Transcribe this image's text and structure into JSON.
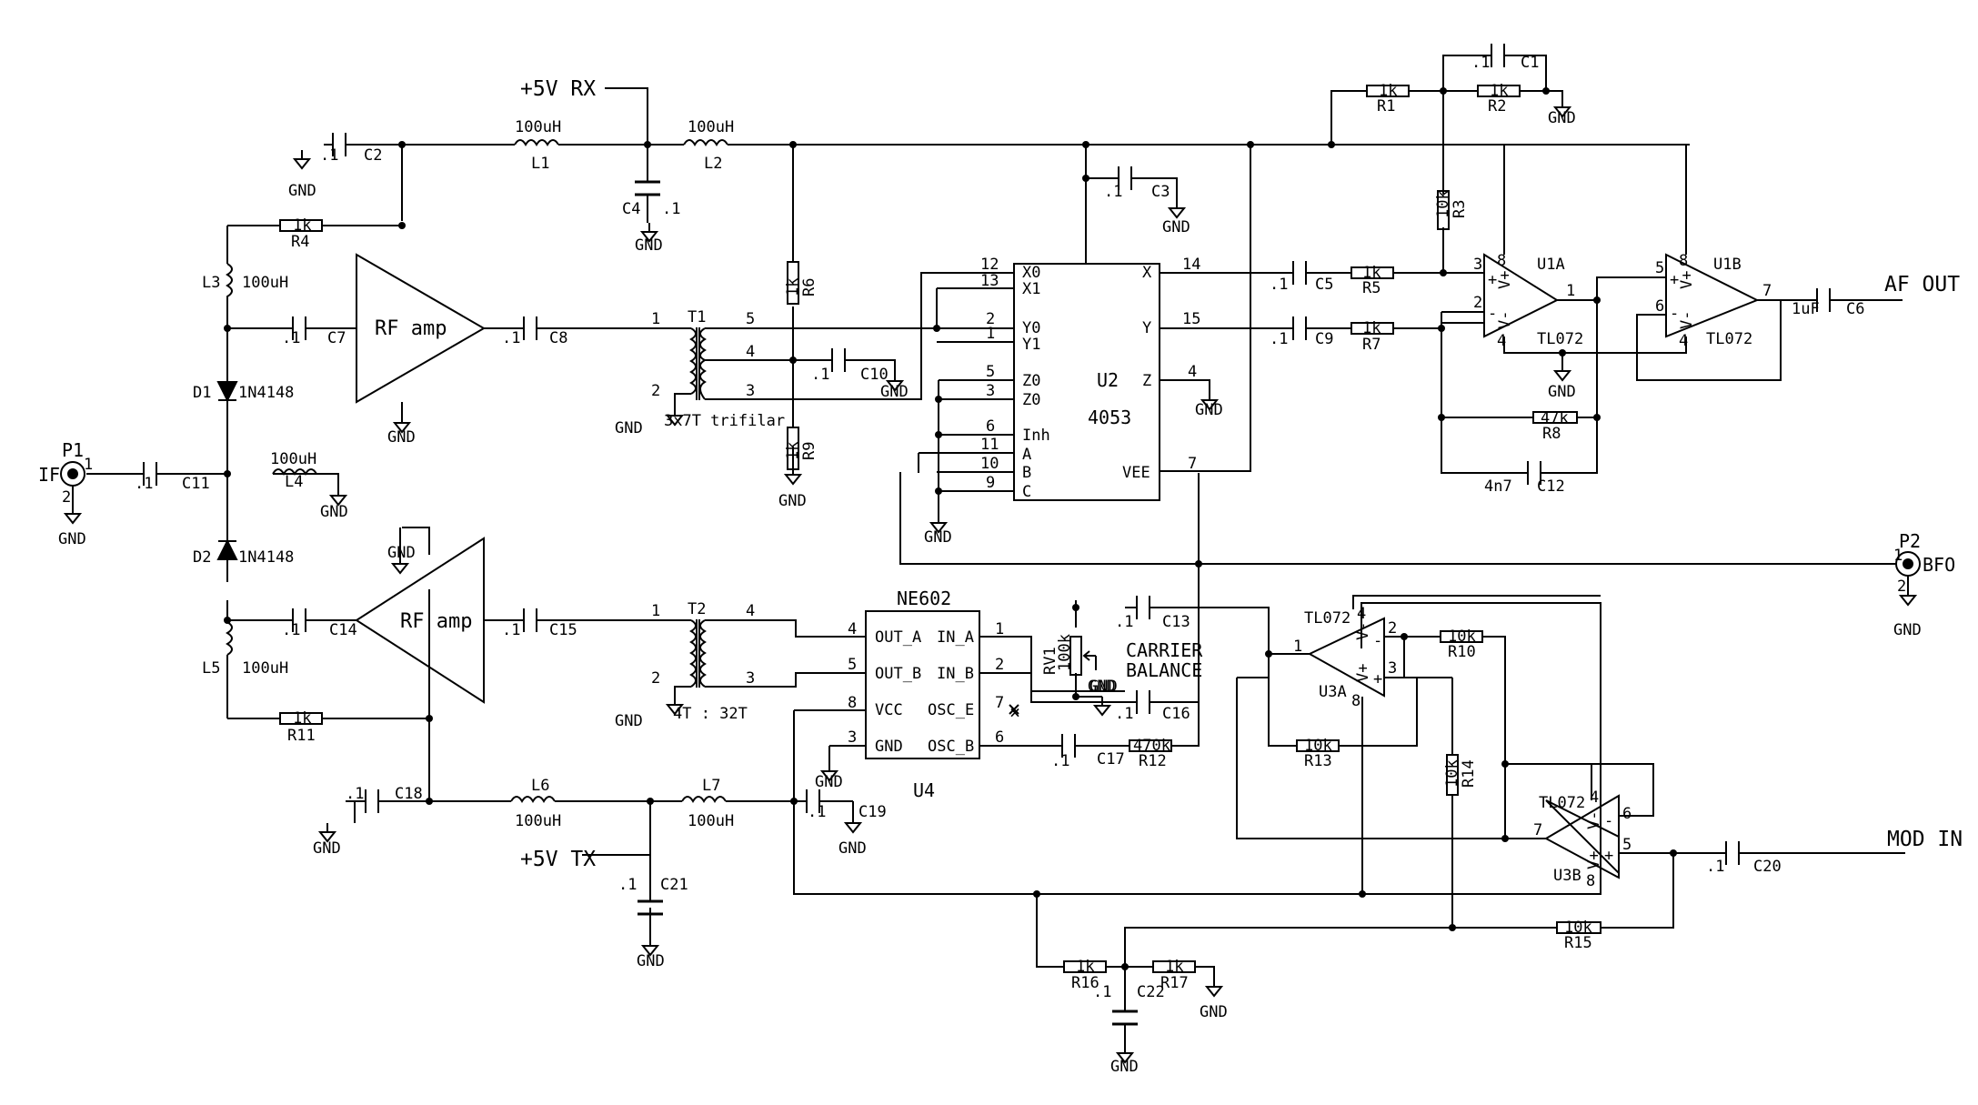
{
  "schematic": {
    "ports": {
      "p1_ref": "P1",
      "p1_name": "IF",
      "p1_pin1": "1",
      "p1_pin2": "2",
      "p2_ref": "P2",
      "p2_name": "BFO",
      "p2_pin1": "1",
      "p2_pin2": "2",
      "af_out": "AF OUT",
      "mod_in": "MOD IN"
    },
    "supply": {
      "rx": "+5V RX",
      "tx": "+5V TX",
      "gnd": "GND"
    },
    "amps": {
      "rf_amp": "RF amp"
    },
    "opamps": {
      "u1a_ref": "U1A",
      "u1b_ref": "U1B",
      "u3a_ref": "U3A",
      "u3b_ref": "U3B",
      "part": "TL072",
      "plus": "+",
      "minus": "-",
      "vplus": "V+",
      "vminus": "V-"
    },
    "pins": {
      "p1": "1",
      "p2": "2",
      "p3": "3",
      "p4": "4",
      "p5": "5",
      "p6": "6",
      "p7": "7",
      "p8": "8",
      "p9": "9",
      "p10": "10",
      "p11": "11",
      "p12": "12",
      "p13": "13",
      "p14": "14",
      "p15": "15"
    },
    "ics": {
      "u2": {
        "ref": "U2",
        "part": "4053",
        "x0": "X0",
        "x1": "X1",
        "y0": "Y0",
        "y1": "Y1",
        "z0a": "Z0",
        "z0b": "Z0",
        "inh": "Inh",
        "a": "A",
        "b": "B",
        "c": "C",
        "x": "X",
        "y": "Y",
        "z": "Z",
        "vee": "VEE"
      },
      "u4": {
        "ref": "U4",
        "part": "NE602",
        "out_a": "OUT_A",
        "out_b": "OUT_B",
        "vcc": "VCC",
        "gnd": "GND",
        "in_a": "IN_A",
        "in_b": "IN_B",
        "osc_e": "OSC_E",
        "osc_b": "OSC_B",
        "nc": "×"
      }
    },
    "transformers": {
      "t1_ref": "T1",
      "t1_note": "3x7T trifilar",
      "t2_ref": "T2",
      "t2_note": "4T : 32T"
    },
    "diodes": {
      "d1": "D1",
      "d2": "D2",
      "part": "1N4148"
    },
    "inductors": {
      "l1": "L1",
      "l2": "L2",
      "l3": "L3",
      "l4": "L4",
      "l5": "L5",
      "l6": "L6",
      "l7": "L7",
      "value": "100uH"
    },
    "capacitors": {
      "c1": "C1",
      "c2": "C2",
      "c3": "C3",
      "c4": "C4",
      "c5": "C5",
      "c6": "C6",
      "c7": "C7",
      "c8": "C8",
      "c9": "C9",
      "c10": "C10",
      "c11": "C11",
      "c12": "C12",
      "c13": "C13",
      "c14": "C14",
      "c15": "C15",
      "c16": "C16",
      "c17": "C17",
      "c18": "C18",
      "c19": "C19",
      "c20": "C20",
      "c21": "C21",
      "c22": "C22",
      "v_point1": ".1",
      "v_1uf": "1uF",
      "v_4n7": "4n7"
    },
    "resistors": {
      "r1": "R1",
      "r2": "R2",
      "r3": "R3",
      "r4": "R4",
      "r5": "R5",
      "r6": "R6",
      "r7": "R7",
      "r8": "R8",
      "r9": "R9",
      "r10": "R10",
      "r11": "R11",
      "r12": "R12",
      "r13": "R13",
      "r14": "R14",
      "r15": "R15",
      "r16": "R16",
      "r17": "R17",
      "v_1k": "1k",
      "v_10k": "10k",
      "v_47k": "47k",
      "v_470k": "470k"
    },
    "trimmer": {
      "ref": "RV1",
      "value": "100k",
      "label1": "CARRIER",
      "label2": "BALANCE"
    }
  }
}
